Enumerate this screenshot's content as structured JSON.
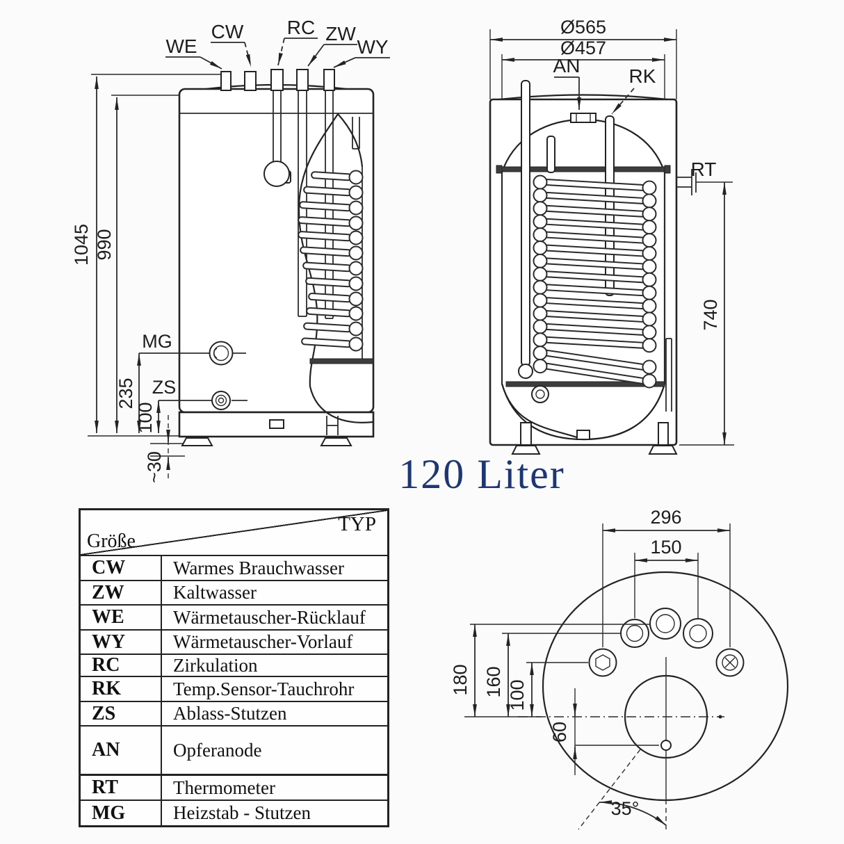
{
  "title": {
    "text": "120 Liter"
  },
  "side_view": {
    "connection_labels": {
      "we": "WE",
      "cw": "CW",
      "rc": "RC",
      "zw": "ZW",
      "wy": "WY",
      "mg": "MG",
      "zs": "ZS"
    },
    "dimensions": {
      "total_height": "1045",
      "body_height": "990",
      "mg_height": "235",
      "zs_height": "100",
      "clearance": "~30"
    }
  },
  "section_view": {
    "connection_labels": {
      "an": "AN",
      "rk": "RK",
      "rt": "RT"
    },
    "dimensions": {
      "outer_diameter": "Ø565",
      "vessel_diameter": "Ø457",
      "coil_height": "740"
    }
  },
  "top_view": {
    "dimensions": {
      "outer_span": "296",
      "inner_span": "150",
      "offset_a": "180",
      "offset_b": "160",
      "offset_c": "100",
      "drain_offset": "60",
      "angle": "35°"
    }
  },
  "legend_table": {
    "header": {
      "col_type": "TYP",
      "col_size": "Größe"
    },
    "rows": [
      {
        "key": "CW",
        "value": "Warmes Brauchwasser"
      },
      {
        "key": "ZW",
        "value": "Kaltwasser"
      },
      {
        "key": "WE",
        "value": "Wärmetauscher-Rücklauf"
      },
      {
        "key": "WY",
        "value": "Wärmetauscher-Vorlauf"
      },
      {
        "key": "RC",
        "value": "Zirkulation"
      },
      {
        "key": "RK",
        "value": "Temp.Sensor-Tauchrohr"
      },
      {
        "key": "ZS",
        "value": "Ablass-Stutzen"
      },
      {
        "key": "AN",
        "value": "Opferanode"
      },
      {
        "key": "RT",
        "value": "Thermometer"
      },
      {
        "key": "MG",
        "value": "Heizstab - Stutzen"
      }
    ]
  }
}
